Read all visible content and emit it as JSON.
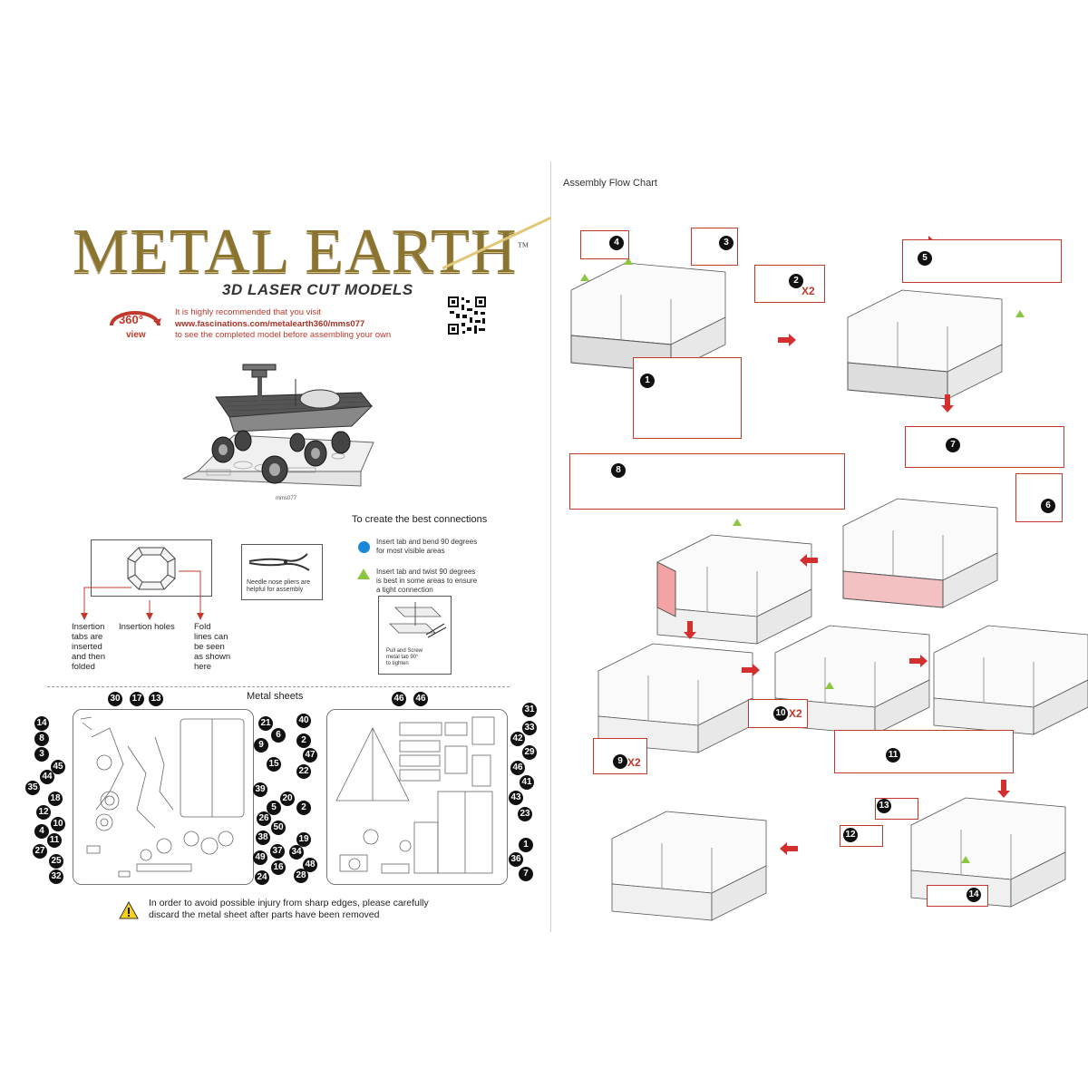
{
  "brand": {
    "title": "METAL EARTH",
    "trademark": "™",
    "subtitle": "3D LASER CUT MODELS"
  },
  "recommend": {
    "line1": "It is highly recommended that you visit",
    "url": "www.fascinations.com/metalearth360/mms077",
    "line3": "to see the completed model before assembling your own"
  },
  "badge": {
    "top": "360°",
    "bottom": "view"
  },
  "model_code": "mms077",
  "connections": {
    "title": "To create the best connections",
    "tip_blue": [
      "Insert tab and bend 90 degrees",
      "for most visible areas"
    ],
    "tip_green": [
      "Insert tab and twist 90 degrees",
      "is best in some areas to ensure",
      "a tight connection"
    ],
    "twist_caption": [
      "Pull and Screw",
      "metal tab 90°",
      "to tighten"
    ]
  },
  "pliers_note": [
    "Needle nose pliers are",
    "helpful for assembly"
  ],
  "insertion": {
    "tabs": [
      "Insertion",
      "tabs are",
      "inserted",
      "and then",
      "folded"
    ],
    "holes": "Insertion holes",
    "fold": [
      "Fold",
      "lines can",
      "be seen",
      "as shown",
      "here"
    ]
  },
  "metal_sheets_title": "Metal sheets",
  "sheet1_numbers": [
    "30",
    "17",
    "13",
    "14",
    "8",
    "3",
    "45",
    "44",
    "35",
    "18",
    "12",
    "10",
    "4",
    "11",
    "27",
    "25",
    "32",
    "21",
    "6",
    "9",
    "15",
    "39",
    "20",
    "5",
    "26",
    "50",
    "38",
    "37",
    "49",
    "16",
    "24"
  ],
  "sheet2_numbers": [
    "46",
    "46",
    "40",
    "2",
    "47",
    "22",
    "2",
    "19",
    "34",
    "48",
    "28",
    "31",
    "33",
    "42",
    "29",
    "46",
    "41",
    "43",
    "23",
    "1",
    "36",
    "7"
  ],
  "warning": {
    "line1": "In order to avoid possible injury from sharp edges, please carefully",
    "line2": "discard the metal sheet after parts have been removed"
  },
  "flow": {
    "title": "Assembly Flow Chart",
    "steps": [
      "4",
      "3",
      "2",
      "1",
      "5",
      "7",
      "8",
      "6",
      "10",
      "9",
      "11",
      "13",
      "12",
      "14"
    ],
    "multipliers": {
      "step2": "X2",
      "step10": "X2",
      "step9": "X2"
    }
  }
}
